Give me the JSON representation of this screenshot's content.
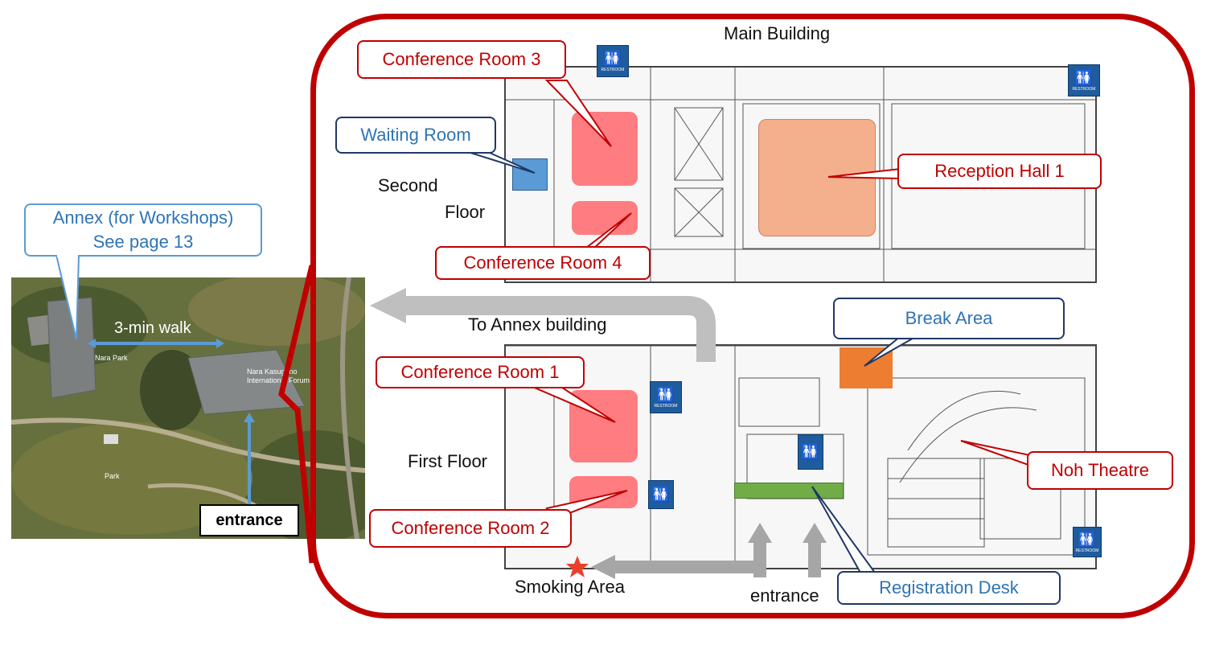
{
  "main_building": {
    "title": "Main Building"
  },
  "floors": {
    "second": [
      "Second",
      "Floor"
    ],
    "first": "First Floor"
  },
  "rooms": {
    "conference_room_1": "Conference Room 1",
    "conference_room_2": "Conference Room 2",
    "conference_room_3": "Conference Room 3",
    "conference_room_4": "Conference Room 4",
    "waiting_room": "Waiting Room",
    "reception_hall_1": "Reception Hall 1",
    "break_area": "Break Area",
    "noh_theatre": "Noh Theatre",
    "registration_desk": "Registration Desk",
    "smoking_area": "Smoking Area"
  },
  "annex": {
    "line1": "Annex (for Workshops)",
    "line2": "See page 13"
  },
  "labels": {
    "to_annex": "To Annex building",
    "walk": "3-min walk",
    "entrance_map": "entrance",
    "entrance_plan": "entrance",
    "restroom": "RESTROOM"
  },
  "map_labels": {
    "forum": [
      "Nara Kasugano",
      "International Forum"
    ],
    "nara_park": "Nara Park",
    "park": "Park"
  },
  "colors": {
    "frame": "#c00000",
    "conference_room": "#ff7c80",
    "reception_hall": "#f4b08c",
    "waiting_room": "#5b9bd5",
    "break_area": "#ed7d31",
    "registration_desk": "#70ad47",
    "arrow": "#bfbfbf",
    "restroom": "#1f5c9e"
  }
}
